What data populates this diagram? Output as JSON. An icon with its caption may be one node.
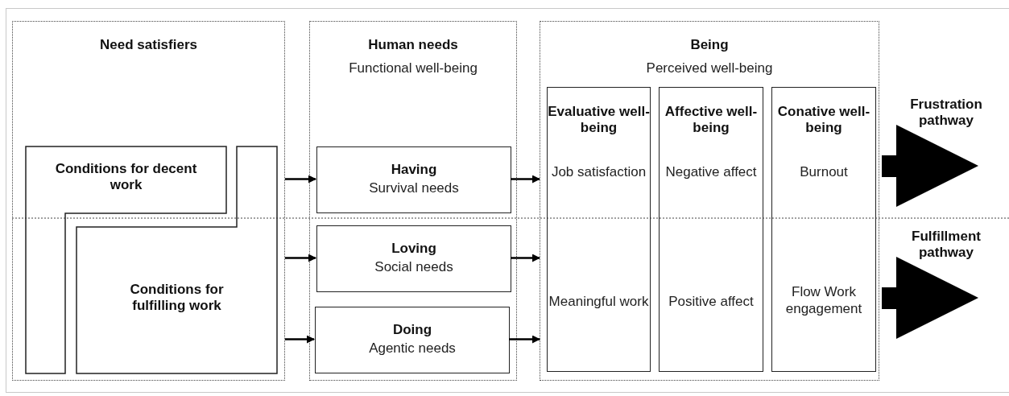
{
  "diagram": {
    "nodes": [
      {
        "text": [
          "Need satisfiers"
        ]
      },
      {
        "text": [
          "Conditions for decent work"
        ],
        "in": 0
      },
      {
        "text": [
          "Conditions for fulfilling work"
        ],
        "in": 0
      },
      {
        "text": [
          "Human needs",
          "Functional well-being"
        ]
      },
      {
        "text": [
          "Having",
          "Survival needs"
        ],
        "in": 3
      },
      {
        "text": [
          "Loving",
          "Social needs"
        ],
        "in": 3
      },
      {
        "text": [
          "Doing",
          "Agentic needs"
        ],
        "in": 3
      },
      {
        "text": [
          "Being",
          "Perceived well-being"
        ]
      },
      {
        "text": [
          "Evaluative well-being",
          "Job satisfaction",
          "Meaningful work"
        ],
        "in": 7
      },
      {
        "text": [
          "Affective well-being",
          "Negative affect",
          "Positive affect"
        ],
        "in": 7
      },
      {
        "text": [
          "Conative well-being",
          "Burnout",
          "Flow Work engagement"
        ],
        "in": 7
      },
      {
        "text": [
          "Frustration pathway"
        ]
      },
      {
        "text": [
          "Fulfillment pathway"
        ]
      }
    ],
    "edges": [
      {
        "from": 0,
        "to": 4,
        "arrow": "to"
      },
      {
        "from": 0,
        "to": 5,
        "arrow": "to"
      },
      {
        "from": 0,
        "to": 6,
        "arrow": "to"
      },
      {
        "from": 4,
        "to": 7,
        "arrow": "to"
      },
      {
        "from": 5,
        "to": 7,
        "arrow": "to"
      },
      {
        "from": 6,
        "to": 7,
        "arrow": "to"
      }
    ]
  }
}
